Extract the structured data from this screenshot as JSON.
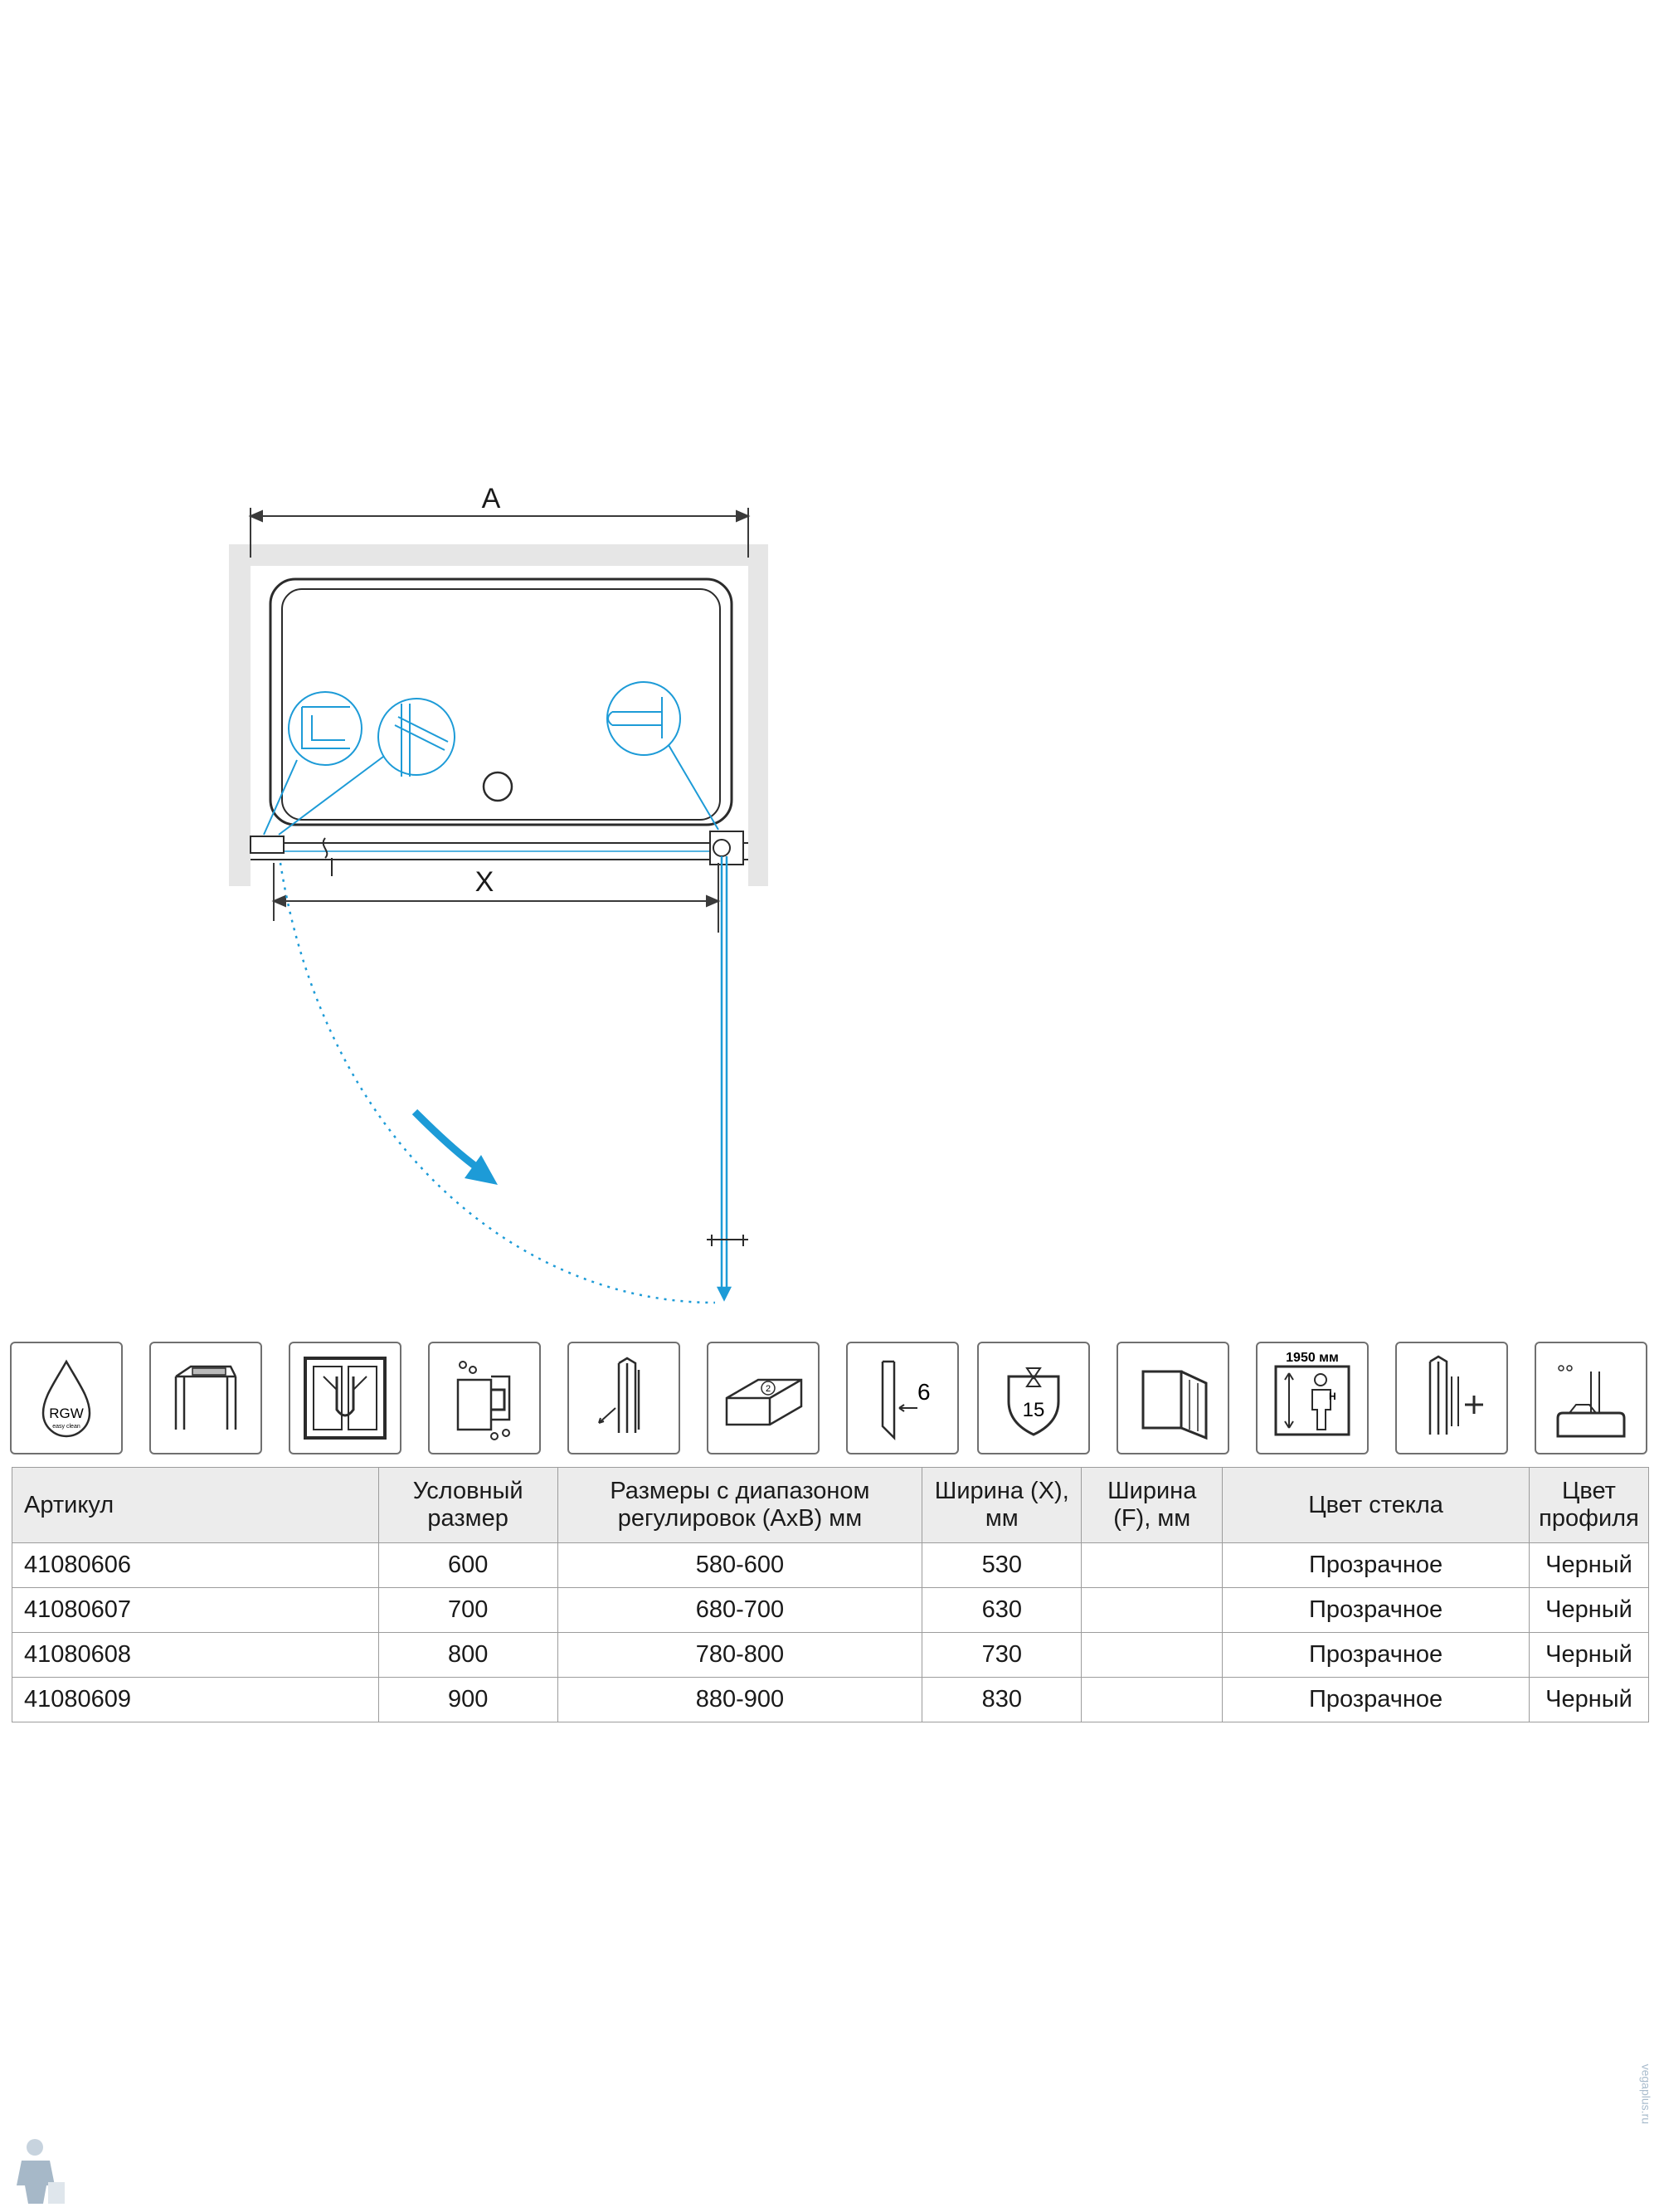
{
  "drawing": {
    "dim_a_label": "A",
    "dim_x_label": "X"
  },
  "icons": [
    {
      "name": "rgw-easy-clean-icon",
      "text": "RGW",
      "subtext": "easy clean"
    },
    {
      "name": "wall-profile-icon"
    },
    {
      "name": "door-handle-icon"
    },
    {
      "name": "water-seal-hinge-icon"
    },
    {
      "name": "adjustable-profile-icon"
    },
    {
      "name": "package-box-icon",
      "text": "2"
    },
    {
      "name": "glass-thickness-icon",
      "text": "6"
    },
    {
      "name": "warranty-shield-icon",
      "text": "15"
    },
    {
      "name": "hinged-door-icon"
    },
    {
      "name": "height-icon",
      "text": "1950 мм",
      "subtext": "H"
    },
    {
      "name": "extension-profile-icon"
    },
    {
      "name": "shower-tray-icon"
    }
  ],
  "table": {
    "headers": [
      "Артикул",
      "Условный размер",
      "Размеры с диапазоном регулировок (АхВ) мм",
      "Ширина (X), мм",
      "Ширина (F), мм",
      "Цвет стекла",
      "Цвет профиля"
    ],
    "rows": [
      [
        "41080606",
        "600",
        "580-600",
        "530",
        "",
        "Прозрачное",
        "Черный"
      ],
      [
        "41080607",
        "700",
        "680-700",
        "630",
        "",
        "Прозрачное",
        "Черный"
      ],
      [
        "41080608",
        "800",
        "780-800",
        "730",
        "",
        "Прозрачное",
        "Черный"
      ],
      [
        "41080609",
        "900",
        "880-900",
        "830",
        "",
        "Прозрачное",
        "Черный"
      ]
    ]
  },
  "watermark": "vegaplus.ru",
  "colors": {
    "accent": "#1d9bd7",
    "outline": "#2b2b2b",
    "wall": "#e6e6e6",
    "header_bg": "#ececec"
  }
}
